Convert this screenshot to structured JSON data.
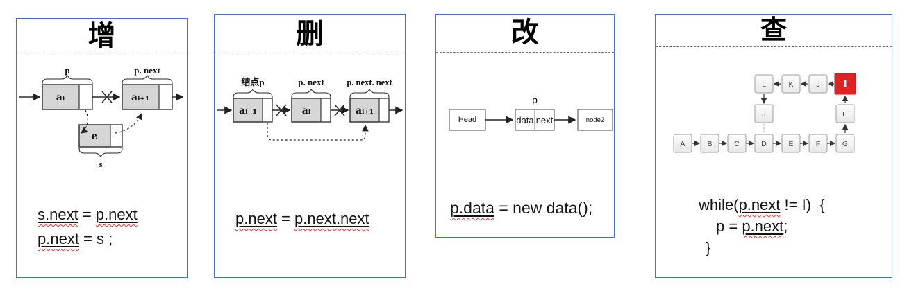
{
  "colors": {
    "accent": "#4472C4",
    "highlight": "#E02222",
    "wavy": "#EE3333"
  },
  "panels": [
    {
      "id": "insert",
      "title": "增",
      "diagram": {
        "label_p": "p",
        "label_p_next": "p. next",
        "node_ai": "aᵢ",
        "node_ai1": "aᵢ₊₁",
        "node_e": "e",
        "label_s": "s"
      },
      "code": [
        {
          "s0": "s.next",
          "s1": " = ",
          "s2": "p.next"
        },
        {
          "s0": "p.next",
          "s1": " = s ;"
        }
      ]
    },
    {
      "id": "delete",
      "title": "删",
      "diagram": {
        "label_node_p": "结点p",
        "label_p_next": "p. next",
        "label_p_next_next": "p. next. next",
        "node_prev": "aᵢ₋₁",
        "node_cur": "aᵢ",
        "node_next": "aᵢ₊₁"
      },
      "code": [
        {
          "s0": "p.next",
          "s1": " = ",
          "s2": "p.next.next"
        }
      ]
    },
    {
      "id": "update",
      "title": "改",
      "diagram": {
        "label_p": "p",
        "head": "Head",
        "cell_data": "data",
        "cell_next": "next",
        "node2": "node2"
      },
      "code": [
        {
          "s0": "p.data",
          "s1": " = new data();"
        }
      ]
    },
    {
      "id": "search",
      "title": "查",
      "diagram": {
        "top_row": [
          "L",
          "K",
          "J",
          "I"
        ],
        "mid_node": "J",
        "side_node": "H",
        "bottom_row": [
          "A",
          "B",
          "C",
          "D",
          "E",
          "F",
          "G"
        ]
      },
      "code": [
        {
          "s0": "while(",
          "s1": "p.next",
          "s2": " != I)  {"
        },
        {
          "s0": "p = ",
          "s1": "p.next",
          "s2": ";"
        },
        {
          "s0": "}"
        }
      ]
    }
  ]
}
